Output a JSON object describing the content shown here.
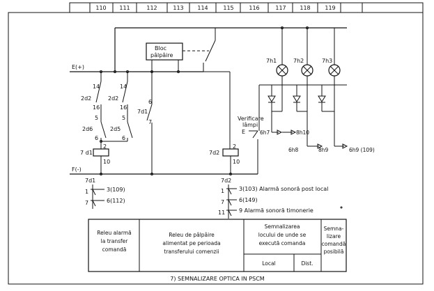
{
  "header": {
    "columns": [
      "110",
      "111",
      "112",
      "113",
      "114",
      "115",
      "116",
      "117",
      "118",
      "119"
    ]
  },
  "rails": {
    "positive": "E(+)",
    "negative": "F(-)"
  },
  "block": {
    "line1": "Bloc",
    "line2": "pâlpâire"
  },
  "lamps": [
    "7h1",
    "7h2",
    "7h3"
  ],
  "contacts": {
    "c14a": "14",
    "c14b": "14",
    "d2a": "2d2",
    "d2b": "2d2",
    "c16a": "16",
    "c16b": "16",
    "c5a": "5",
    "c5b": "5",
    "d6": "2d6",
    "d5": "2d5",
    "c6a": "6",
    "c6b": "6",
    "c2a": "2",
    "c10a": "10",
    "sw7d1": "7d1",
    "sw6": "6",
    "sw7": "7",
    "coil1": "7 d1",
    "coil2": "7d2",
    "c2b": "2",
    "c10b": "10",
    "verif1": "Verificare",
    "verif2": "lâmpi",
    "verifE": "E"
  },
  "feeds": {
    "h7": "6h7",
    "h10": "8h10",
    "h8": "6h8",
    "h9": "8h9",
    "h9b": "6h9 (109)"
  },
  "refs1": {
    "title": "7d1",
    "r1": "1",
    "r7": "7",
    "ref1": "3(109)",
    "ref2": "6(112)"
  },
  "refs2": {
    "title": "7d2",
    "r1": "1",
    "r7": "7",
    "r11": "11",
    "ref1": "3(103) Alarmă sonoră post local",
    "ref2": "6(149)",
    "ref3": "9  Alarmă sonoră timonerie"
  },
  "table": {
    "c1": [
      "Releu alarmă",
      "la transfer",
      "comandă"
    ],
    "c2": [
      "Releu de pâlpâire",
      "alimentat pe perioada",
      "transferului comenzii"
    ],
    "c3": [
      "Semnalizarea",
      "locului de unde se",
      "execută comanda"
    ],
    "c3a": "Local",
    "c3b": "Dist.",
    "c4": [
      "Semna-",
      "lizare",
      "comandă",
      "posibilă"
    ]
  },
  "caption": "7) SEMNALIZARE OPTICA IN PSCM"
}
